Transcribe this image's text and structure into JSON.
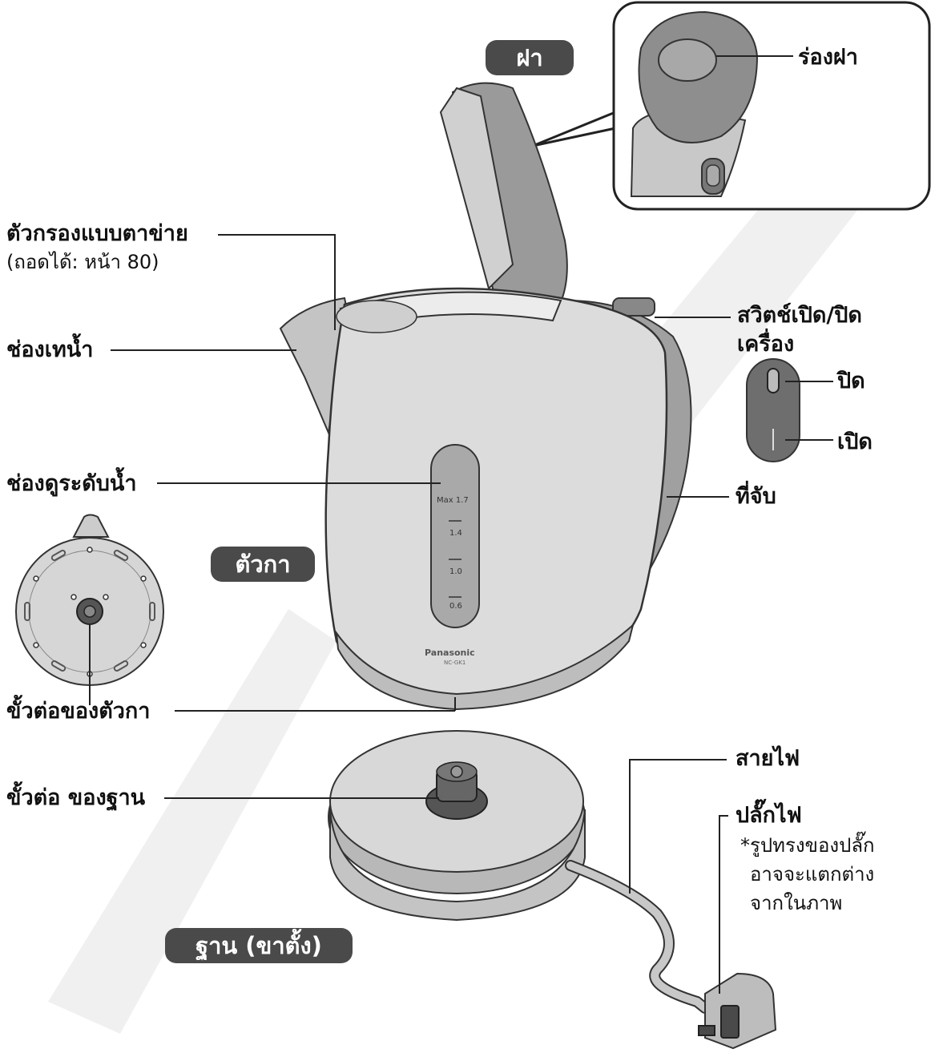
{
  "callouts": {
    "lid": "ฝา",
    "lid_groove": "ร่องฝา",
    "mesh_filter": "ตัวกรองแบบตาข่าย",
    "mesh_filter_note": "(ถอดได้: หน้า 80)",
    "spout": "ช่องเทน้ำ",
    "power_switch_line1": "สวิตช์เปิด/ปิด",
    "power_switch_line2": "เครื่อง",
    "off": "ปิด",
    "on": "เปิด",
    "water_window": "ช่องดูระดับน้ำ",
    "handle": "ที่จับ",
    "body": "ตัวกา",
    "body_connector": "ขั้วต่อของตัวกา",
    "cord": "สายไฟ",
    "plug": "ปลั๊กไฟ",
    "plug_note_1": "*รูปทรงของปลั๊ก",
    "plug_note_2": "อาจจะแตกต่าง",
    "plug_note_3": "จากในภาพ",
    "base_connector": "ขั้วต่อ ของฐาน",
    "base": "ฐาน (ขาตั้ง)"
  },
  "water_scale": {
    "max": "Max 1.7",
    "mark_14": "1.4",
    "mark_10": "1.0",
    "mark_06": "0.6"
  },
  "brand": {
    "name": "Panasonic",
    "model": "NC-GK1"
  },
  "colors": {
    "pill_bg": "#4a4a4a",
    "body_light": "#dcdcdc",
    "body_dark": "#9c9c9c",
    "outline": "#2a2a2a"
  }
}
